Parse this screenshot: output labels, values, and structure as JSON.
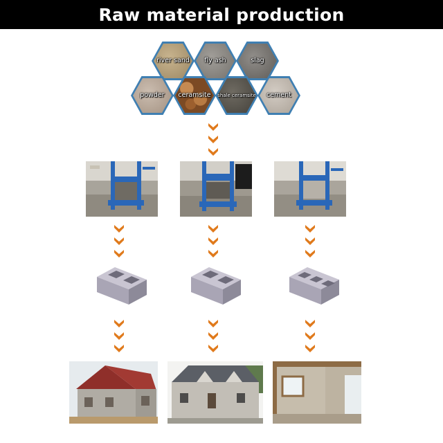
{
  "header": {
    "title": "Raw material production"
  },
  "materials": [
    {
      "label": "river sand",
      "texture": "#b6a17e"
    },
    {
      "label": "fly ash",
      "texture": "#8f8c87"
    },
    {
      "label": "slag",
      "texture": "#7d7a76"
    },
    {
      "label": "powder",
      "texture": "#b9a99b"
    },
    {
      "label": "ceramsite",
      "texture": "#a8703f"
    },
    {
      "label": "shale ceramsite",
      "texture": "#5e5a52"
    },
    {
      "label": "cement",
      "texture": "#c4bcb3"
    }
  ],
  "colors": {
    "arrow": "#e07a1c",
    "hex_border": "#3f7fb2",
    "machine": "#2a67b8",
    "banner": "#000000"
  },
  "icons": {
    "arrow": "chevron-down-icon",
    "brick": "hollow-block-icon"
  }
}
